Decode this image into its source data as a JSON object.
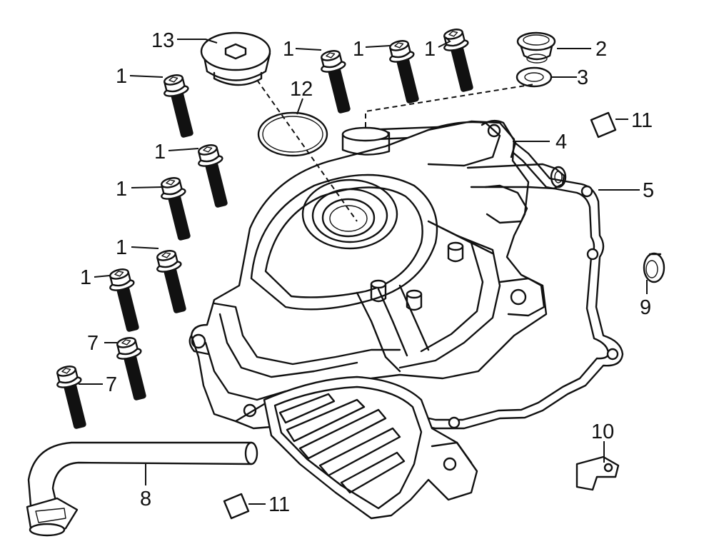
{
  "callouts": [
    {
      "id": "c13",
      "label": "13"
    },
    {
      "id": "c1a",
      "label": "1"
    },
    {
      "id": "c1b",
      "label": "1"
    },
    {
      "id": "c1c",
      "label": "1"
    },
    {
      "id": "c1d",
      "label": "1"
    },
    {
      "id": "c2",
      "label": "2"
    },
    {
      "id": "c3",
      "label": "3"
    },
    {
      "id": "c12",
      "label": "12"
    },
    {
      "id": "c11a",
      "label": "11"
    },
    {
      "id": "c4",
      "label": "4"
    },
    {
      "id": "c1e",
      "label": "1"
    },
    {
      "id": "c5",
      "label": "5"
    },
    {
      "id": "c1f",
      "label": "1"
    },
    {
      "id": "c1g",
      "label": "1"
    },
    {
      "id": "c1h",
      "label": "1"
    },
    {
      "id": "c9",
      "label": "9"
    },
    {
      "id": "c7a",
      "label": "7"
    },
    {
      "id": "c7b",
      "label": "7"
    },
    {
      "id": "c10",
      "label": "10"
    },
    {
      "id": "c8",
      "label": "8"
    },
    {
      "id": "c11b",
      "label": "11"
    }
  ],
  "colors": {
    "ink": "#111111",
    "background": "#ffffff"
  }
}
